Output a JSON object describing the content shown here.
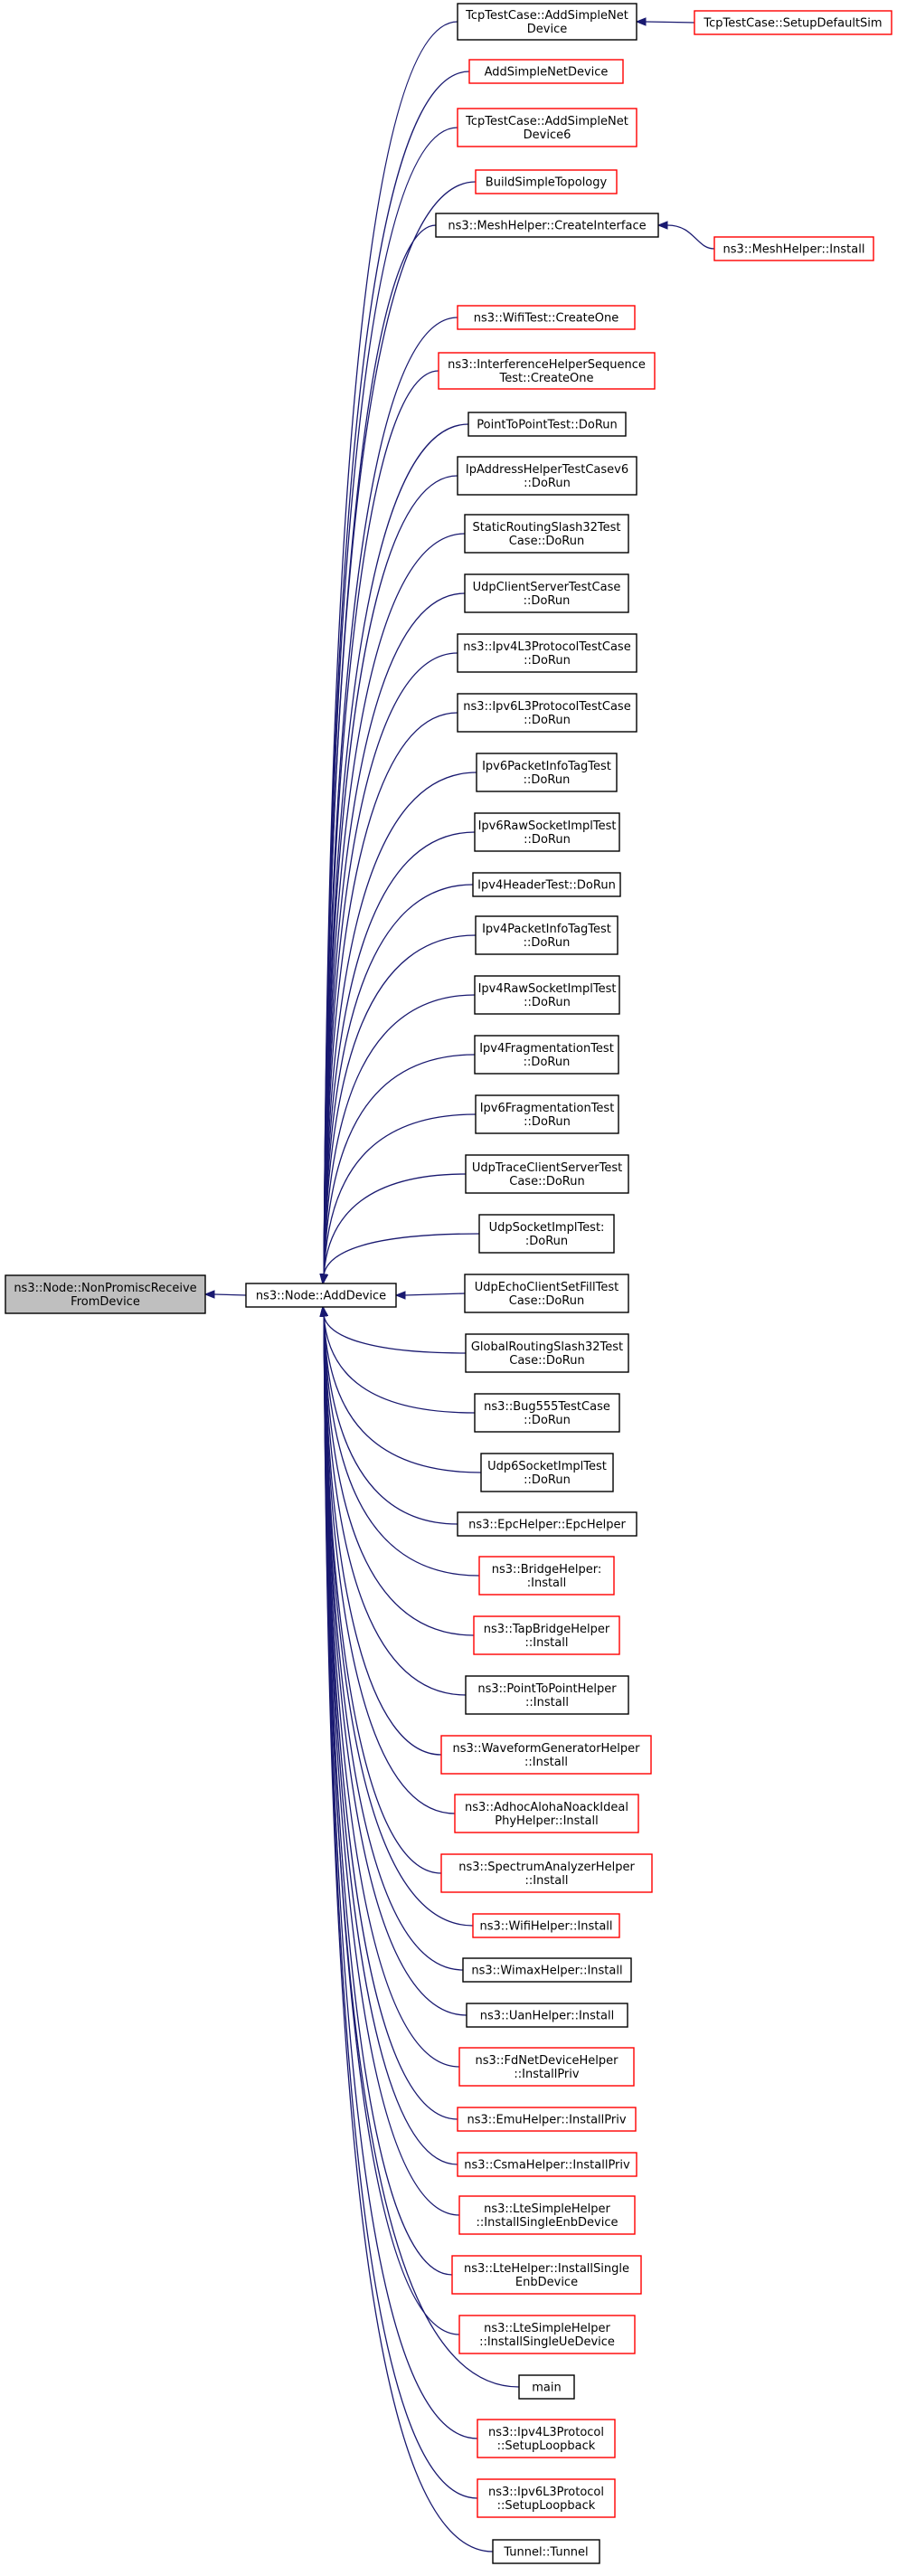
{
  "colors": {
    "edge": "#191970",
    "border_normal": "#000000",
    "border_truncated": "#ff0000",
    "fill_root": "#bfbfbf",
    "fill_normal": "#ffffff"
  },
  "root": {
    "id": "root",
    "lines": [
      "ns3::Node::NonPromiscReceive",
      "FromDevice"
    ]
  },
  "hub": {
    "id": "adddevice",
    "lines": [
      "ns3::Node::AddDevice"
    ]
  },
  "callers": [
    {
      "id": "c0",
      "lines": [
        "TcpTestCase::AddSimpleNet",
        "Device"
      ],
      "style": "normal"
    },
    {
      "id": "c1",
      "lines": [
        "AddSimpleNetDevice"
      ],
      "style": "truncated"
    },
    {
      "id": "c2",
      "lines": [
        "TcpTestCase::AddSimpleNet",
        "Device6"
      ],
      "style": "truncated"
    },
    {
      "id": "c3",
      "lines": [
        "BuildSimpleTopology"
      ],
      "style": "truncated"
    },
    {
      "id": "c4",
      "lines": [
        "ns3::MeshHelper::CreateInterface"
      ],
      "style": "normal"
    },
    {
      "id": "c5",
      "lines": [
        "ns3::WifiTest::CreateOne"
      ],
      "style": "truncated"
    },
    {
      "id": "c6",
      "lines": [
        "ns3::InterferenceHelperSequence",
        "Test::CreateOne"
      ],
      "style": "truncated"
    },
    {
      "id": "c7",
      "lines": [
        "PointToPointTest::DoRun"
      ],
      "style": "normal"
    },
    {
      "id": "c8",
      "lines": [
        "IpAddressHelperTestCasev6",
        "::DoRun"
      ],
      "style": "normal"
    },
    {
      "id": "c9",
      "lines": [
        "StaticRoutingSlash32Test",
        "Case::DoRun"
      ],
      "style": "normal"
    },
    {
      "id": "c10",
      "lines": [
        "UdpClientServerTestCase",
        "::DoRun"
      ],
      "style": "normal"
    },
    {
      "id": "c11",
      "lines": [
        "ns3::Ipv4L3ProtocolTestCase",
        "::DoRun"
      ],
      "style": "normal"
    },
    {
      "id": "c12",
      "lines": [
        "ns3::Ipv6L3ProtocolTestCase",
        "::DoRun"
      ],
      "style": "normal"
    },
    {
      "id": "c13",
      "lines": [
        "Ipv6PacketInfoTagTest",
        "::DoRun"
      ],
      "style": "normal"
    },
    {
      "id": "c14",
      "lines": [
        "Ipv6RawSocketImplTest",
        "::DoRun"
      ],
      "style": "normal"
    },
    {
      "id": "c15",
      "lines": [
        "Ipv4HeaderTest::DoRun"
      ],
      "style": "normal"
    },
    {
      "id": "c16",
      "lines": [
        "Ipv4PacketInfoTagTest",
        "::DoRun"
      ],
      "style": "normal"
    },
    {
      "id": "c17",
      "lines": [
        "Ipv4RawSocketImplTest",
        "::DoRun"
      ],
      "style": "normal"
    },
    {
      "id": "c18",
      "lines": [
        "Ipv4FragmentationTest",
        "::DoRun"
      ],
      "style": "normal"
    },
    {
      "id": "c19",
      "lines": [
        "Ipv6FragmentationTest",
        "::DoRun"
      ],
      "style": "normal"
    },
    {
      "id": "c20",
      "lines": [
        "UdpTraceClientServerTest",
        "Case::DoRun"
      ],
      "style": "normal"
    },
    {
      "id": "c21",
      "lines": [
        "UdpSocketImplTest:",
        ":DoRun"
      ],
      "style": "normal"
    },
    {
      "id": "c22",
      "lines": [
        "UdpEchoClientSetFillTest",
        "Case::DoRun"
      ],
      "style": "normal"
    },
    {
      "id": "c23",
      "lines": [
        "GlobalRoutingSlash32Test",
        "Case::DoRun"
      ],
      "style": "normal"
    },
    {
      "id": "c24",
      "lines": [
        "ns3::Bug555TestCase",
        "::DoRun"
      ],
      "style": "normal"
    },
    {
      "id": "c25",
      "lines": [
        "Udp6SocketImplTest",
        "::DoRun"
      ],
      "style": "normal"
    },
    {
      "id": "c26",
      "lines": [
        "ns3::EpcHelper::EpcHelper"
      ],
      "style": "normal"
    },
    {
      "id": "c27",
      "lines": [
        "ns3::BridgeHelper:",
        ":Install"
      ],
      "style": "truncated"
    },
    {
      "id": "c28",
      "lines": [
        "ns3::TapBridgeHelper",
        "::Install"
      ],
      "style": "truncated"
    },
    {
      "id": "c29",
      "lines": [
        "ns3::PointToPointHelper",
        "::Install"
      ],
      "style": "normal"
    },
    {
      "id": "c30",
      "lines": [
        "ns3::WaveformGeneratorHelper",
        "::Install"
      ],
      "style": "truncated"
    },
    {
      "id": "c31",
      "lines": [
        "ns3::AdhocAlohaNoackIdeal",
        "PhyHelper::Install"
      ],
      "style": "truncated"
    },
    {
      "id": "c32",
      "lines": [
        "ns3::SpectrumAnalyzerHelper",
        "::Install"
      ],
      "style": "truncated"
    },
    {
      "id": "c33",
      "lines": [
        "ns3::WifiHelper::Install"
      ],
      "style": "truncated"
    },
    {
      "id": "c34",
      "lines": [
        "ns3::WimaxHelper::Install"
      ],
      "style": "normal"
    },
    {
      "id": "c35",
      "lines": [
        "ns3::UanHelper::Install"
      ],
      "style": "normal"
    },
    {
      "id": "c36",
      "lines": [
        "ns3::FdNetDeviceHelper",
        "::InstallPriv"
      ],
      "style": "truncated"
    },
    {
      "id": "c37",
      "lines": [
        "ns3::EmuHelper::InstallPriv"
      ],
      "style": "truncated"
    },
    {
      "id": "c38",
      "lines": [
        "ns3::CsmaHelper::InstallPriv"
      ],
      "style": "truncated"
    },
    {
      "id": "c39",
      "lines": [
        "ns3::LteSimpleHelper",
        "::InstallSingleEnbDevice"
      ],
      "style": "truncated"
    },
    {
      "id": "c40",
      "lines": [
        "ns3::LteHelper::InstallSingle",
        "EnbDevice"
      ],
      "style": "truncated"
    },
    {
      "id": "c41",
      "lines": [
        "ns3::LteSimpleHelper",
        "::InstallSingleUeDevice"
      ],
      "style": "truncated"
    },
    {
      "id": "c42",
      "lines": [
        "main"
      ],
      "style": "normal"
    },
    {
      "id": "c43",
      "lines": [
        "ns3::Ipv4L3Protocol",
        "::SetupLoopback"
      ],
      "style": "truncated"
    },
    {
      "id": "c44",
      "lines": [
        "ns3::Ipv6L3Protocol",
        "::SetupLoopback"
      ],
      "style": "truncated"
    },
    {
      "id": "c45",
      "lines": [
        "Tunnel::Tunnel"
      ],
      "style": "normal"
    }
  ],
  "outer": [
    {
      "id": "o0",
      "lines": [
        "TcpTestCase::SetupDefaultSim"
      ],
      "style": "truncated",
      "calls": "c0"
    },
    {
      "id": "o1",
      "lines": [
        "ns3::MeshHelper::Install"
      ],
      "style": "truncated",
      "calls": "c4"
    }
  ]
}
